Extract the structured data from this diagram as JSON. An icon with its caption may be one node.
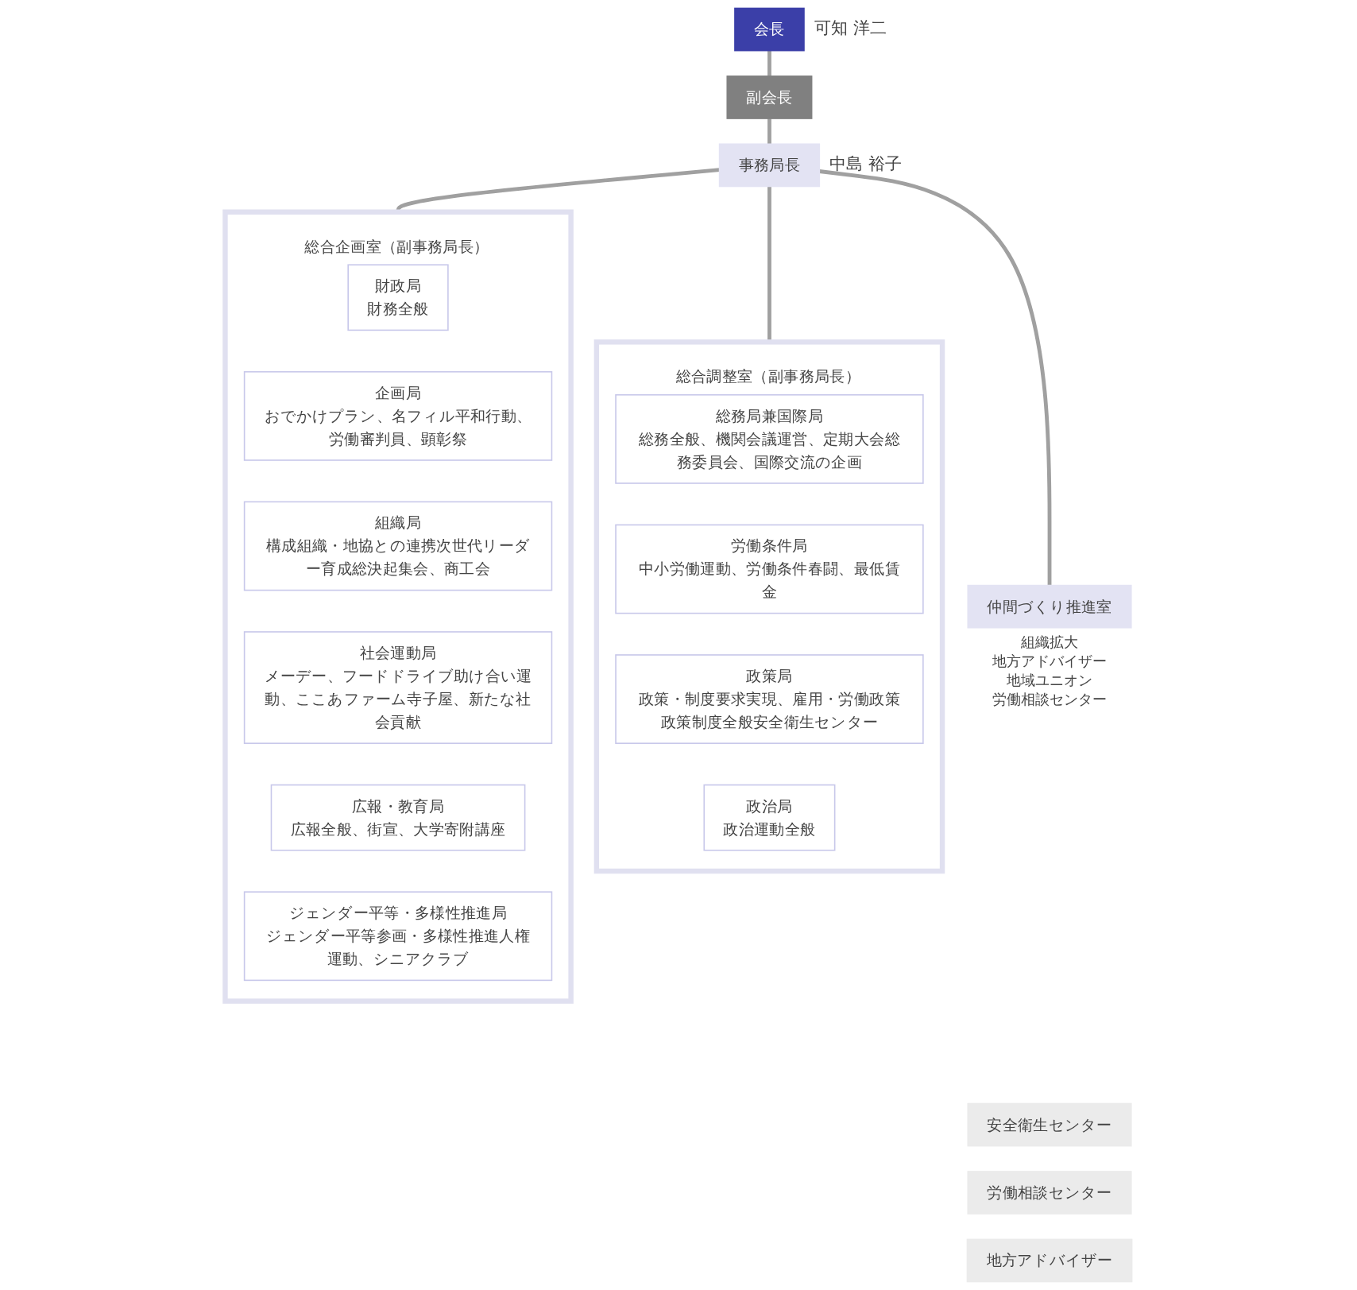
{
  "diagram": {
    "nodes": [
      {
        "text": [
          "会長"
        ],
        "beside": [
          "可知 洋二"
        ]
      },
      {
        "text": [
          "副会長"
        ]
      },
      {
        "text": [
          "事務局長"
        ],
        "beside": [
          "中島 裕子"
        ]
      },
      {
        "text": [
          "総合調整室（副事務局長）"
        ]
      },
      {
        "text": [
          "総務局兼国際局",
          "総務全般、機関会議運営、定期大会総務委員会、国際交流の企画"
        ],
        "in": 3
      },
      {
        "text": [
          "労働条件局",
          "中小労働運動、労働条件春闘、最低賃金"
        ],
        "in": 3
      },
      {
        "text": [
          "政策局",
          "政策・制度要求実現、雇用・労働政策政策制度全般安全衛生センター"
        ],
        "in": 3
      },
      {
        "text": [
          "政治局",
          "政治運動全般"
        ],
        "in": 3
      },
      {
        "text": [
          "総合企画室（副事務局長）"
        ]
      },
      {
        "text": [
          "財政局",
          "財務全般"
        ],
        "in": 8
      },
      {
        "text": [
          "企画局",
          "おでかけプラン、名フィル平和行動、労働審判員、顕彰祭"
        ],
        "in": 8
      },
      {
        "text": [
          "組織局",
          "構成組織・地協との連携次世代リーダー育成総決起集会、商工会"
        ],
        "in": 8
      },
      {
        "text": [
          "社会運動局",
          "メーデー、フードドライブ助け合い運動、ここあファーム寺子屋、新たな社会貢献"
        ],
        "in": 8
      },
      {
        "text": [
          "広報・教育局",
          "広報全般、街宣、大学寄附講座"
        ],
        "in": 8
      },
      {
        "text": [
          "ジェンダー平等・多様性推進局",
          "ジェンダー平等参画・多様性推進人権運動、シニアクラブ"
        ],
        "in": 8
      },
      {
        "text": [
          "仲間づくり推進室"
        ],
        "beside": [
          "組織拡大",
          "地方アドバイザー",
          "地域ユニオン",
          "労働相談センター"
        ]
      },
      {
        "text": [
          "安全衛生センター"
        ]
      },
      {
        "text": [
          "労働相談センター"
        ]
      },
      {
        "text": [
          "地方アドバイザー"
        ]
      }
    ],
    "edges": [
      {
        "from": 0,
        "to": 1,
        "arrow": "none"
      },
      {
        "from": 1,
        "to": 2,
        "arrow": "none"
      },
      {
        "from": 2,
        "to": 3,
        "arrow": "none"
      },
      {
        "from": 2,
        "to": 8,
        "arrow": "none"
      },
      {
        "from": 2,
        "to": 15,
        "arrow": "none"
      }
    ]
  }
}
